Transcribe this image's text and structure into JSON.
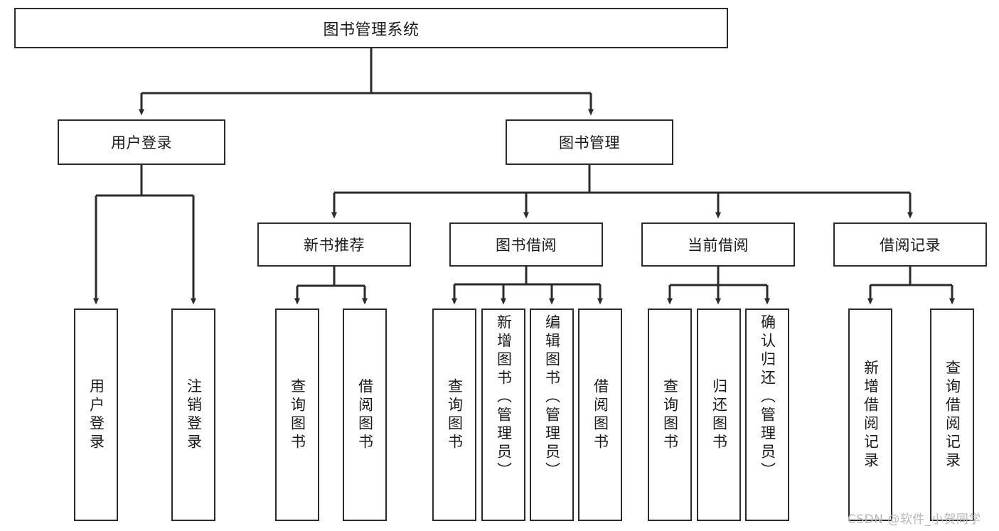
{
  "diagram": {
    "title": "图书管理系统",
    "type": "hierarchy-tree",
    "colors": {
      "box_border": "#2b2b2b",
      "box_fill": "#ffffff",
      "edge": "#2b2b2b",
      "text": "#1a1a1a",
      "watermark": "#b9b9b9"
    },
    "levels": {
      "level1": [
        {
          "id": "root",
          "label": "图书管理系统"
        }
      ],
      "level2": [
        {
          "id": "user-login",
          "label": "用户登录"
        },
        {
          "id": "book-management",
          "label": "图书管理"
        }
      ],
      "level3": [
        {
          "id": "new-book-recommend",
          "label": "新书推荐"
        },
        {
          "id": "book-borrow",
          "label": "图书借阅"
        },
        {
          "id": "current-borrow",
          "label": "当前借阅"
        },
        {
          "id": "borrow-record",
          "label": "借阅记录"
        }
      ],
      "level4": [
        {
          "id": "leaf-user-login",
          "label": "用户登录",
          "parent": "user-login"
        },
        {
          "id": "leaf-logout-login",
          "label": "注销登录",
          "parent": "user-login"
        },
        {
          "id": "leaf-query-book-1",
          "label": "查询图书",
          "parent": "new-book-recommend"
        },
        {
          "id": "leaf-borrow-book-1",
          "label": "借阅图书",
          "parent": "new-book-recommend"
        },
        {
          "id": "leaf-query-book-2",
          "label": "查询图书",
          "parent": "book-borrow"
        },
        {
          "id": "leaf-add-book",
          "label": "新增图书（管理员）",
          "parent": "book-borrow"
        },
        {
          "id": "leaf-edit-book",
          "label": "编辑图书（管理员）",
          "parent": "book-borrow"
        },
        {
          "id": "leaf-borrow-book-2",
          "label": "借阅图书",
          "parent": "book-borrow"
        },
        {
          "id": "leaf-query-book-3",
          "label": "查询图书",
          "parent": "current-borrow"
        },
        {
          "id": "leaf-return-book",
          "label": "归还图书",
          "parent": "current-borrow"
        },
        {
          "id": "leaf-confirm-return",
          "label": "确认归还（管理员）",
          "parent": "current-borrow"
        },
        {
          "id": "leaf-add-record",
          "label": "新增借阅记录",
          "parent": "borrow-record"
        },
        {
          "id": "leaf-query-record",
          "label": "查询借阅记录",
          "parent": "borrow-record"
        }
      ]
    },
    "watermark": "CSDN @软件_小贺同学"
  }
}
